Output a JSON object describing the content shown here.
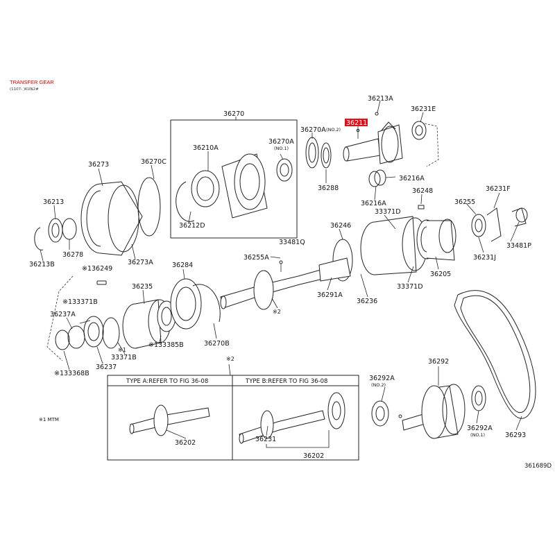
{
  "header": {
    "title": "TRANSFER GEAR",
    "subtitle": "(1107- )KUN2#",
    "title_color": "#d40000"
  },
  "highlight_color": "#e0101a",
  "labels": {
    "p36213A": "36213A",
    "p36231E": "36231E",
    "p36211": "36211",
    "p36270": "36270",
    "p36270A_no2": "36270A",
    "no2_a": "(NO.2)",
    "p36270A_no1": "36270A",
    "no1_a": "(NO.1)",
    "p36210A": "36210A",
    "p36273": "36273",
    "p36270C": "36270C",
    "p36288": "36288",
    "p36216A_r": "36216A",
    "p36216A_l": "36216A",
    "p36248_r": "36248",
    "p36231F": "36231F",
    "p36255": "36255",
    "p33371D_t": "33371D",
    "p36213": "36213",
    "p36212D": "36212D",
    "p36278": "36278",
    "p36213B": "36213B",
    "p36273A": "36273A",
    "p36246": "36246",
    "p33481Q": "33481Q",
    "p36255A": "36255A",
    "p36231J": "36231J",
    "p33481P": "33481P",
    "p36249": "※136249",
    "p36284": "36284",
    "p36235": "36235",
    "p33371B_t": "※133371B",
    "p36237A": "36237A",
    "p36205": "36205",
    "p36291A": "36291A",
    "p36236": "36236",
    "p33371D_b": "33371D",
    "note2_a": "※2",
    "p33385B": "※133385B",
    "p36270B": "36270B",
    "p36237": "36237",
    "p33371B_b": "33371B",
    "mark1": "※1",
    "p33368B": "※133368B",
    "note2_b": "※2",
    "typeA": "TYPE A:REFER TO FIG 36-08",
    "typeB": "TYPE B:REFER TO FIG 36-08",
    "p36292A_no2": "36292A",
    "no2_b": "(NO.2)",
    "p36292": "36292",
    "mtm": "※1 MTM",
    "p36202_a": "36202",
    "p36231": "36231",
    "p36202_b": "36202",
    "p36292A_no1": "36292A",
    "no1_b": "(NO.1)",
    "p36293": "36293",
    "figcode": "361689D"
  }
}
